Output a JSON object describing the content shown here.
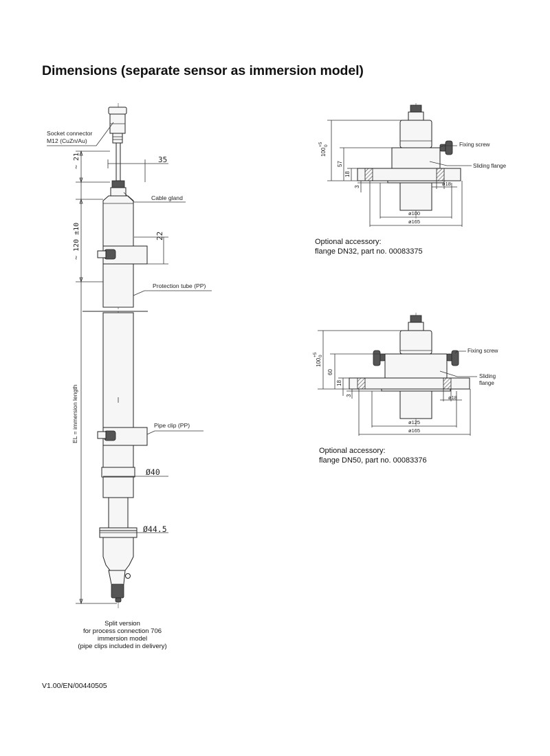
{
  "page": {
    "title": "Dimensions (separate sensor as immersion model)",
    "footer": "V1.00/EN/00440505"
  },
  "left_drawing": {
    "labels": {
      "socket_connector": [
        "Socket connector",
        "M12 (CuZn/Au)"
      ],
      "cable_gland": "Cable gland",
      "protection_tube": "Protection tube (PP)",
      "pipe_clip": "Pipe clip (PP)",
      "immersion_length": "EL = immersion length"
    },
    "dimensions": {
      "top_height": "~ 21",
      "connector_offset": "35",
      "tube_length": "~ 120 ±10",
      "clip_height": "22",
      "diameter_tube": "Ø40",
      "diameter_bottom": "Ø44.5"
    },
    "caption": [
      "Split version",
      "for process connection 706",
      "immersion model",
      "(pipe clips included in delivery)"
    ]
  },
  "flange_dn32": {
    "labels": {
      "fixing_screw": "Fixing screw",
      "sliding_flange": "Sliding flange"
    },
    "dimensions": {
      "total_height": "100",
      "tol_upper": "+5",
      "tol_lower": "0",
      "h57": "57",
      "h18": "18",
      "h3": "3",
      "d18": "ø18",
      "d100": "ø100",
      "d165": "ø165"
    },
    "caption": [
      "Optional accessory:",
      "flange DN32, part no. 00083375"
    ]
  },
  "flange_dn50": {
    "labels": {
      "fixing_screw": "Fixing screw",
      "sliding_flange": [
        "Sliding",
        "flange"
      ]
    },
    "dimensions": {
      "total_height": "100",
      "tol_upper": "+5",
      "tol_lower": "0",
      "h60": "60",
      "h18": "18",
      "h3": "3",
      "d18": "ø18",
      "d125": "ø125",
      "d165": "ø165"
    },
    "caption": [
      "Optional accessory:",
      "flange DN50, part no. 00083376"
    ]
  }
}
